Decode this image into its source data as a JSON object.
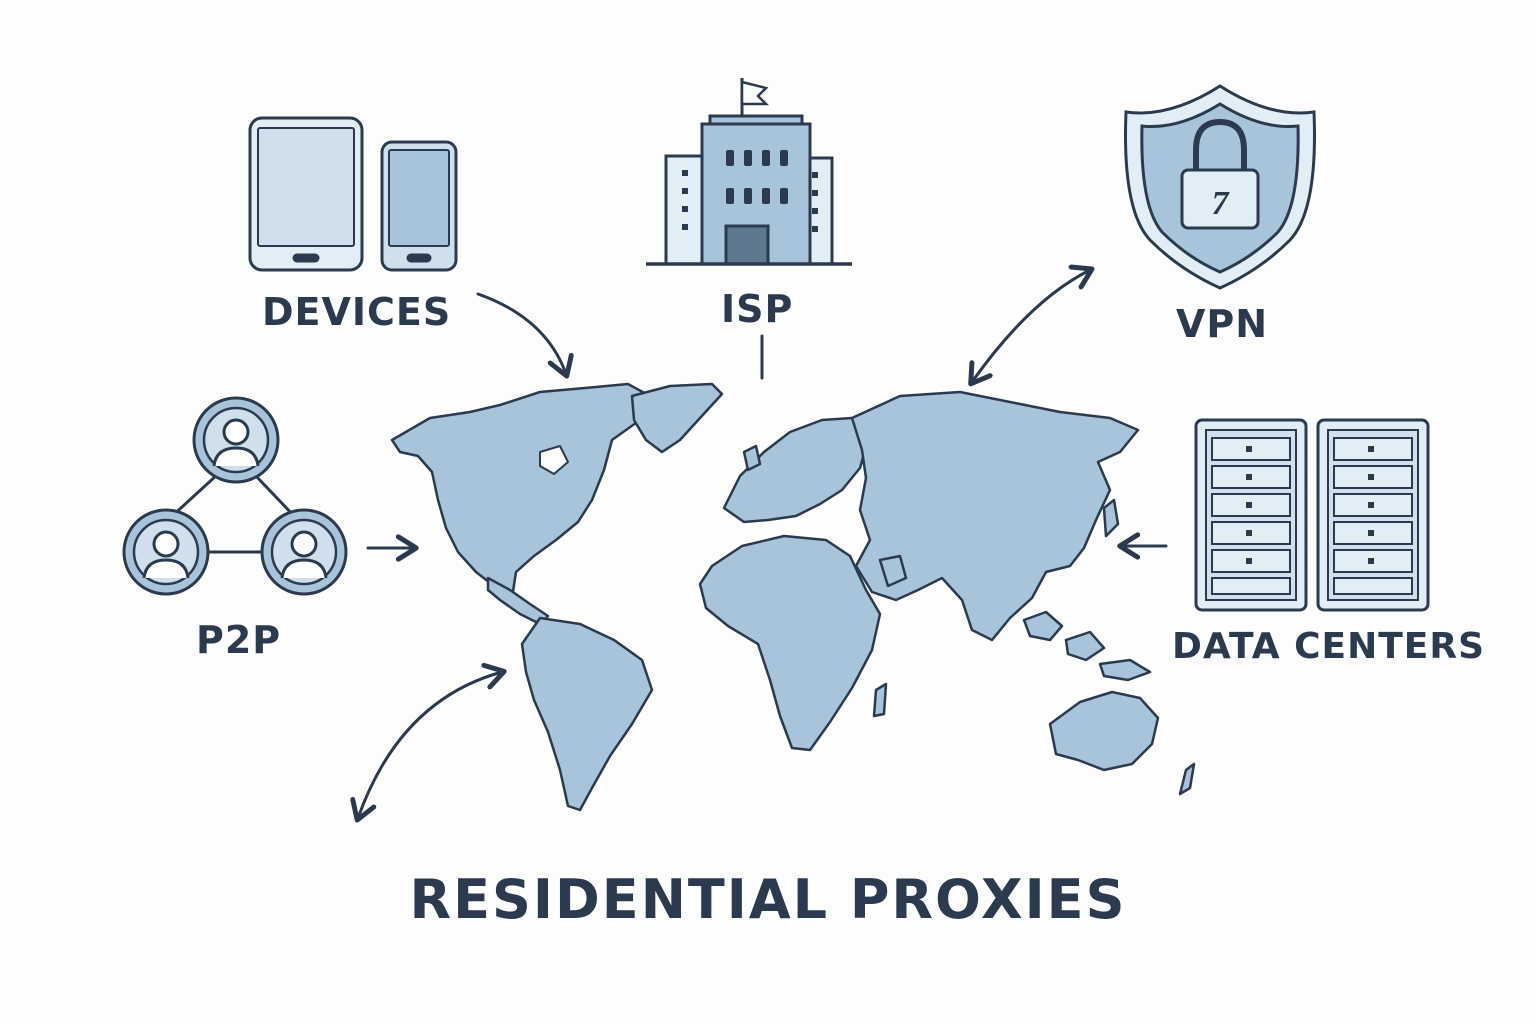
{
  "title": "RESIDENTIAL PROXIES",
  "nodes": {
    "devices": {
      "label": "DEVICES",
      "icon": "tablet-phone-icon"
    },
    "isp": {
      "label": "ISP",
      "icon": "building-icon"
    },
    "vpn": {
      "label": "VPN",
      "icon": "shield-lock-icon",
      "lock_glyph": "7"
    },
    "p2p": {
      "label": "P2P",
      "icon": "peer-network-icon"
    },
    "data_centers": {
      "label": "DATA CENTERS",
      "icon": "server-rack-icon"
    }
  },
  "center": {
    "icon": "world-map-icon"
  },
  "colors": {
    "ink": "#2b3a4e",
    "fill": "#a8c4da",
    "fill_light": "#cfe0ec",
    "background": "#fdfdfd"
  }
}
